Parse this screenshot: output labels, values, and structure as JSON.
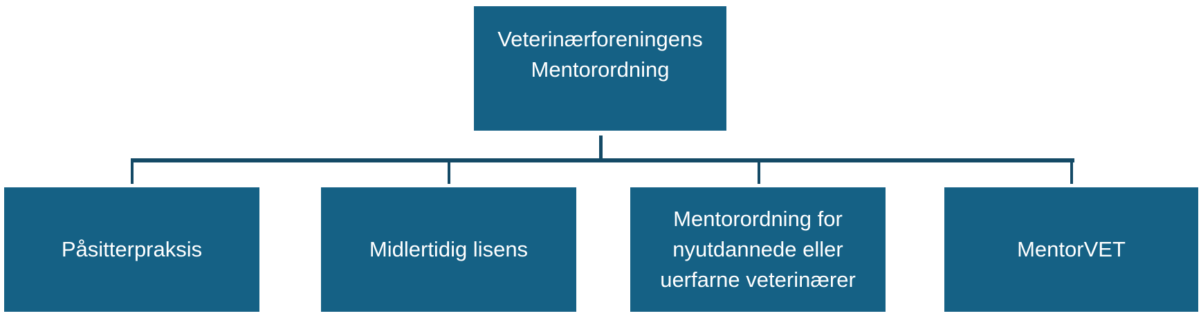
{
  "root": {
    "label": "Veterinærforeningens Mentorordning"
  },
  "children": [
    {
      "label": "Påsitterpraksis"
    },
    {
      "label": "Midlertidig lisens"
    },
    {
      "label": "Mentorordning for nyutdannede eller uerfarne veterinærer"
    },
    {
      "label": "MentorVET"
    }
  ],
  "colors": {
    "box": "#156185",
    "connector": "#144a66",
    "text": "#ffffff"
  }
}
